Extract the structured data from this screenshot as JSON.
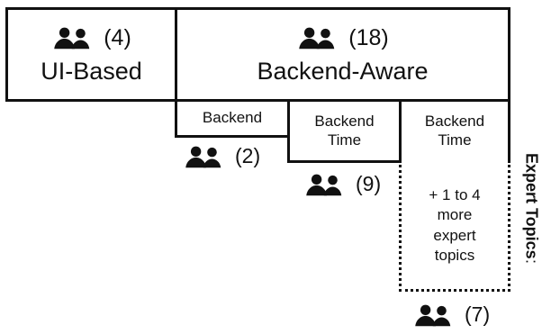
{
  "groups": {
    "ui_based": {
      "label": "UI-Based",
      "count": "(4)",
      "icon": "people-icon"
    },
    "backend_aware": {
      "label": "Backend-Aware",
      "count": "(18)",
      "icon": "people-icon"
    }
  },
  "subgroups": [
    {
      "label": "Backend",
      "count": "(2)",
      "icon": "people-icon"
    },
    {
      "label": "Backend\nTime",
      "count": "(9)",
      "icon": "people-icon"
    },
    {
      "label": "Backend\nTime",
      "count": "(7)",
      "icon": "people-icon"
    }
  ],
  "extra_topics": "+ 1 to 4\nmore\nexpert\ntopics",
  "side_label": {
    "bold": "Expert Topics",
    "suffix": ":"
  }
}
